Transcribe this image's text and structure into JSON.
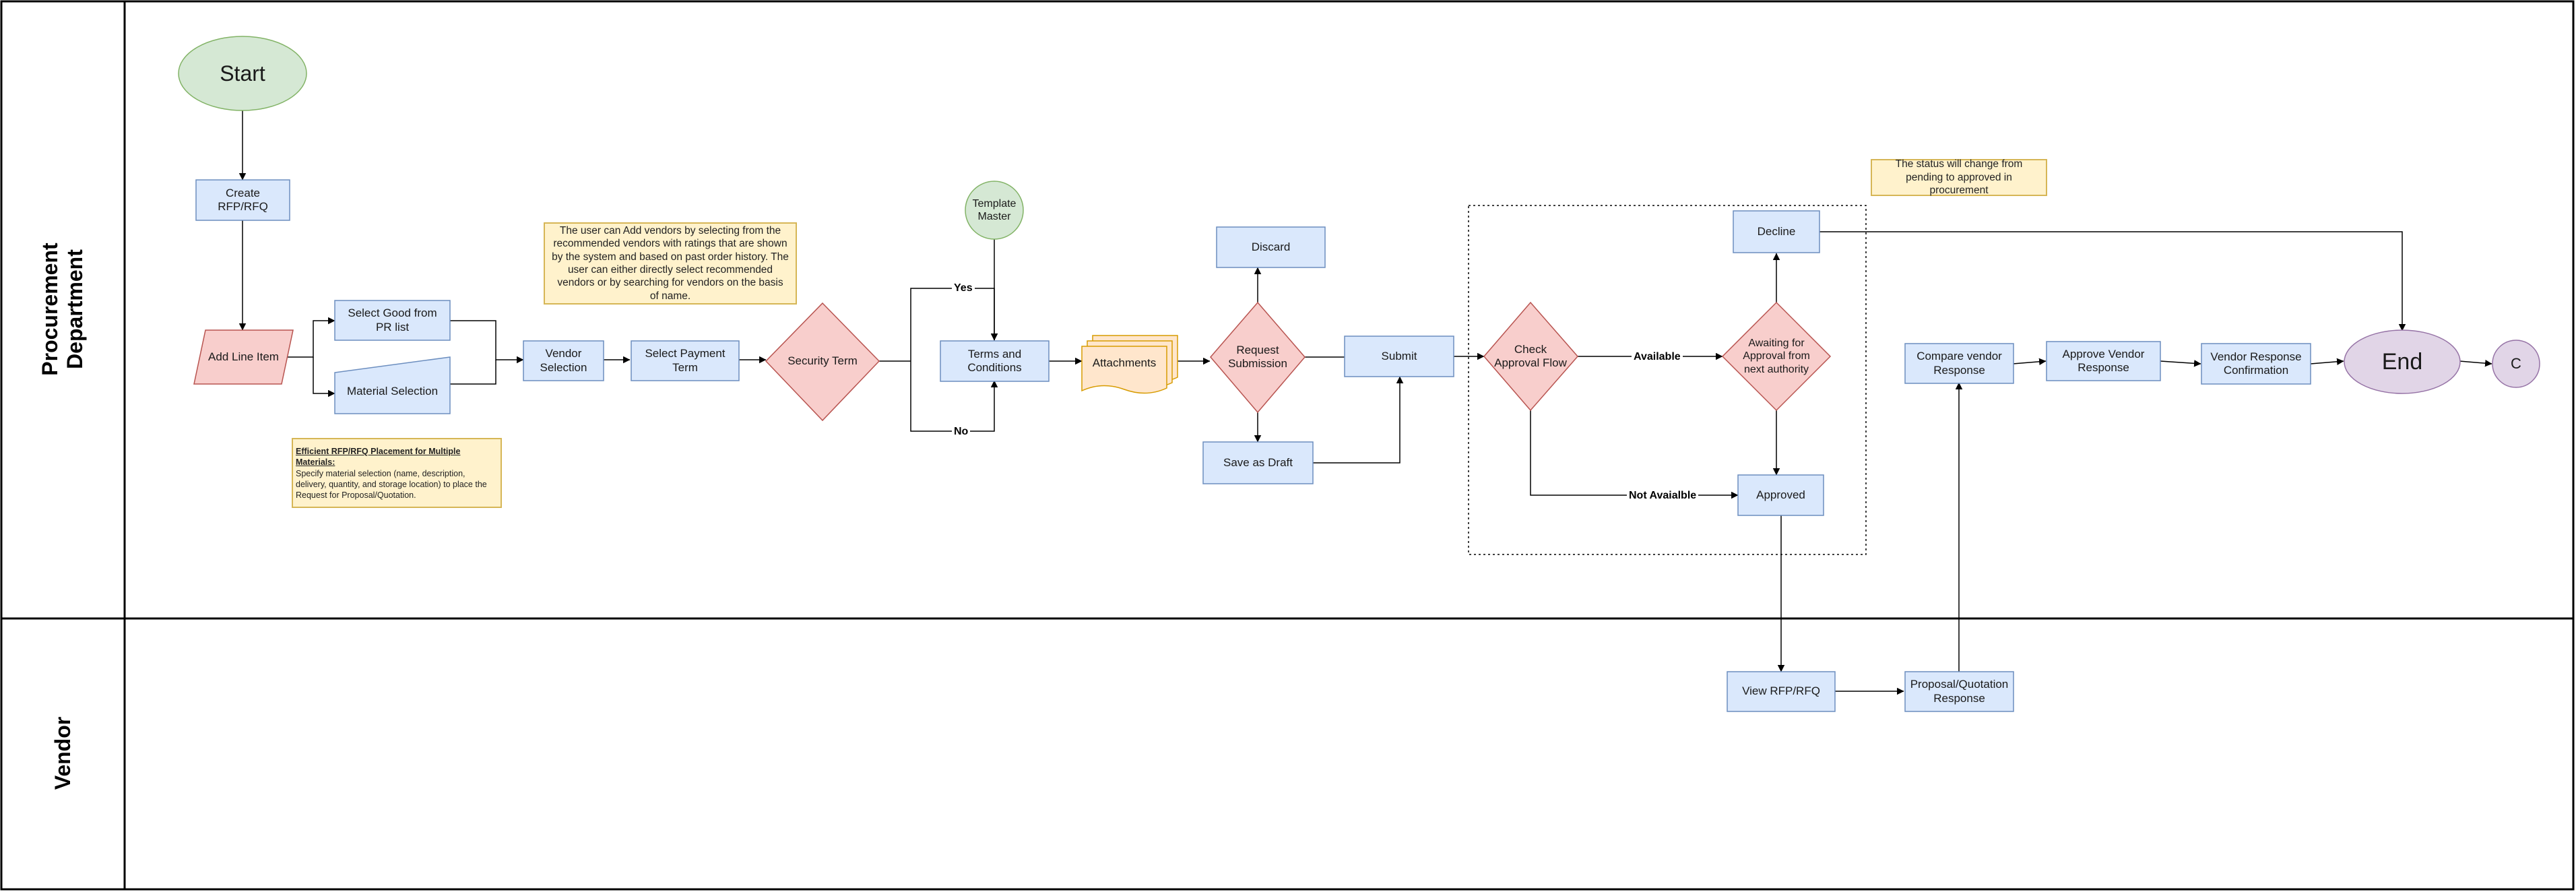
{
  "lanes": [
    {
      "id": "procurement",
      "label": "Procurement\nDepartment"
    },
    {
      "id": "vendor",
      "label": "Vendor"
    }
  ],
  "nodes": {
    "start": "Start",
    "create_rfp": "Create RFP/RFQ",
    "add_line_item": "Add Line Item",
    "select_good": "Select Good from PR list",
    "material_selection": "Material Selection",
    "vendor_selection": "Vendor Selection",
    "select_payment_term": "Select Payment Term",
    "security_term": "Security Term",
    "template_master": "Template Master",
    "terms_conditions": "Terms and Conditions",
    "attachments": "Attachments",
    "discard": "Discard",
    "request_submission": "Request Submission",
    "save_as_draft": "Save as Draft",
    "submit": "Submit",
    "check_approval_flow": "Check Approval Flow",
    "awaiting_approval": "Awaiting for Approval from next authority",
    "decline": "Decline",
    "approved": "Approved",
    "view_rfp": "View RFP/RFQ",
    "proposal_response": "Proposal/Quotation Response",
    "compare_vendor": "Compare vendor Response",
    "approve_vendor": "Approve Vendor  Response",
    "vendor_confirmation": "Vendor Response Confirmation",
    "end": "End",
    "connector_c": "C"
  },
  "edge_labels": {
    "yes": "Yes",
    "no": "No",
    "available": "Available",
    "not_available": "Not Avaialble"
  },
  "notes": {
    "vendor_note": "The user can Add vendors by selecting from the recommended vendors with ratings that are shown by the system and based on past order history. The user can either directly select recommended vendors or by searching for vendors on the basis of name.",
    "status_note": "The status will change from pending to approved in procurement",
    "placement_title": "Efficient RFP/RFQ Placement for Multiple Materials:",
    "placement_body": "Specify material selection (name, description, delivery, quantity, and storage location) to place the Request for Proposal/Quotation."
  },
  "colors": {
    "process_fill": "#dae8fc",
    "process_stroke": "#6c8ebf",
    "decision_fill": "#f8cecc",
    "decision_stroke": "#b85450",
    "start_fill": "#d5e8d4",
    "start_stroke": "#82b366",
    "end_fill": "#e1d5e7",
    "end_stroke": "#9673a6",
    "note_fill": "#fff2cc",
    "note_stroke": "#d6b656",
    "doc_fill": "#ffe6cc",
    "doc_stroke": "#d79b00"
  }
}
